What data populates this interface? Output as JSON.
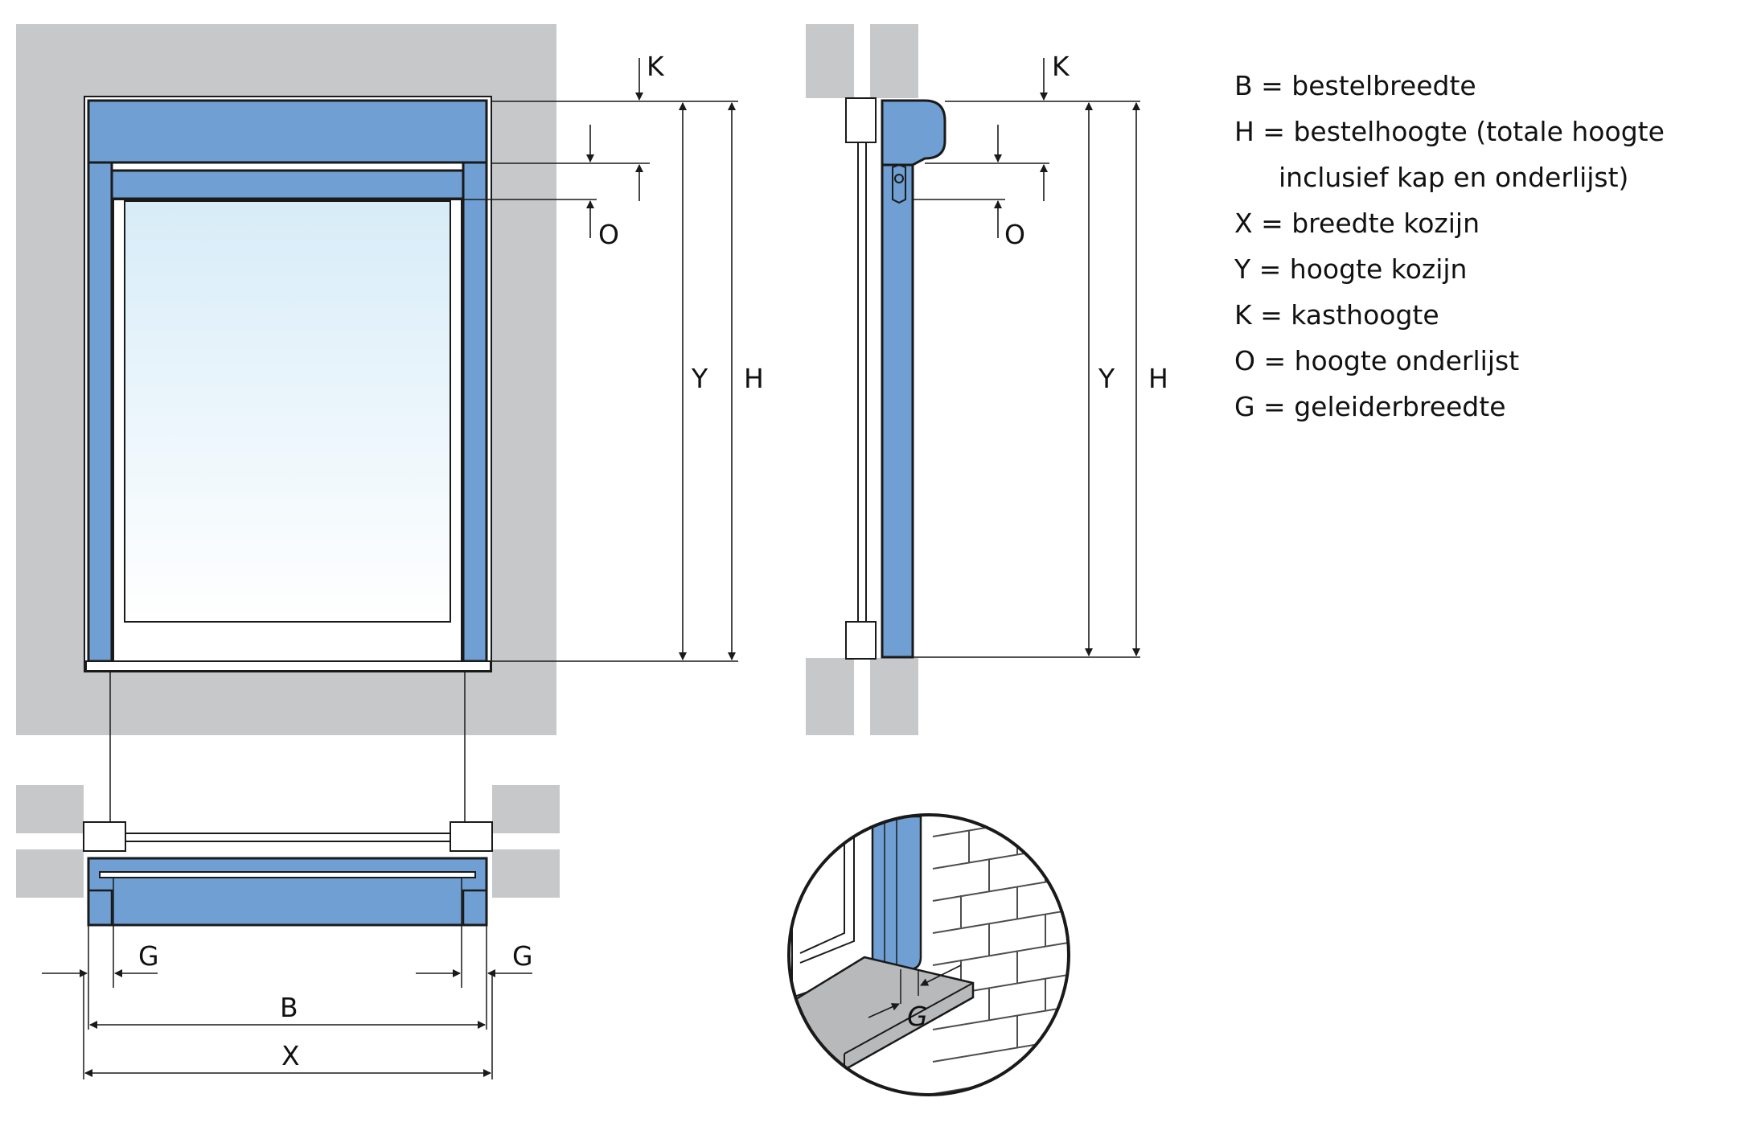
{
  "colors": {
    "wall": "#c7c8ca",
    "blue": "#6f9fd3",
    "glass_top": "#d7ecf8",
    "glass_bottom": "#ffffff",
    "outline": "#1a1a1a",
    "sill": "#b8b9bb"
  },
  "labels": {
    "K": "K",
    "O": "O",
    "Y": "Y",
    "H": "H",
    "B": "B",
    "X": "X",
    "G": "G",
    "G_detail": "G"
  },
  "legend": [
    "B = bestelbreedte",
    "H = bestelhoogte (totale hoogte",
    "inclusief kap en onderlijst)",
    "X = breedte kozijn",
    "Y = hoogte kozijn",
    "K = kasthoogte",
    "O = hoogte onderlijst",
    "G = geleiderbreedte"
  ]
}
